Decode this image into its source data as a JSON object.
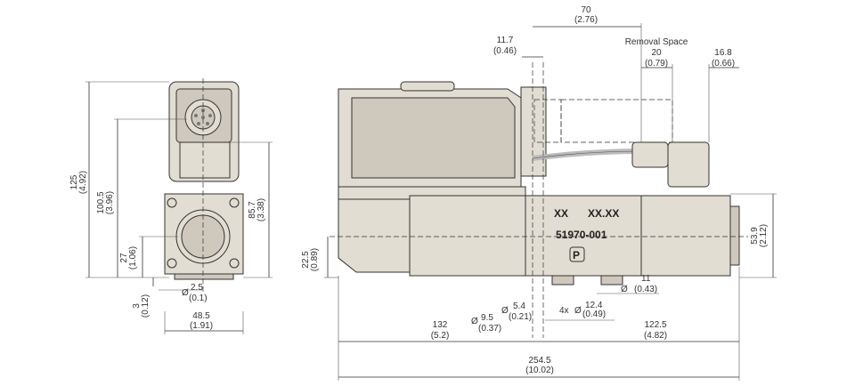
{
  "front_view": {
    "dims": {
      "h125": "125",
      "h125_in": "(4.92)",
      "h100_5": "100.5",
      "h100_5_in": "(3.96)",
      "h85_7": "85.7",
      "h85_7_in": "(3.38)",
      "h27": "27",
      "h27_in": "(1.06)",
      "h3": "3",
      "h3_in": "(0.12)",
      "d2_5": "2.5",
      "d2_5_in": "(0.1)",
      "w48_5": "48.5",
      "w48_5_in": "(1.91)",
      "dia_symbol": "Ø"
    }
  },
  "side_view": {
    "dims": {
      "w70": "70",
      "w70_in": "(2.76)",
      "w11_7": "11.7",
      "w11_7_in": "(0.46)",
      "removal_space": "Removal Space",
      "w20": "20",
      "w20_in": "(0.79)",
      "w16_8": "16.8",
      "w16_8_in": "(0.66)",
      "h53_9": "53.9",
      "h53_9_in": "(2.12)",
      "h22_5": "22.5",
      "h22_5_in": "(0.89)",
      "d11": "11",
      "d11_in": "(0.43)",
      "d12_4": "12.4",
      "d12_4_in": "(0.49)",
      "four_x": "4x",
      "d5_4": "5.4",
      "d5_4_in": "(0.21)",
      "d9_5": "9.5",
      "d9_5_in": "(0.37)",
      "w132": "132",
      "w132_in": "(5.2)",
      "w122_5": "122.5",
      "w122_5_in": "(4.82)",
      "w254_5": "254.5",
      "w254_5_in": "(10.02)",
      "dia_symbol": "Ø"
    },
    "markings": {
      "xx_left": "XX",
      "xx_right": "XX.XX",
      "part_number": "51970-001",
      "p_port": "P"
    }
  }
}
